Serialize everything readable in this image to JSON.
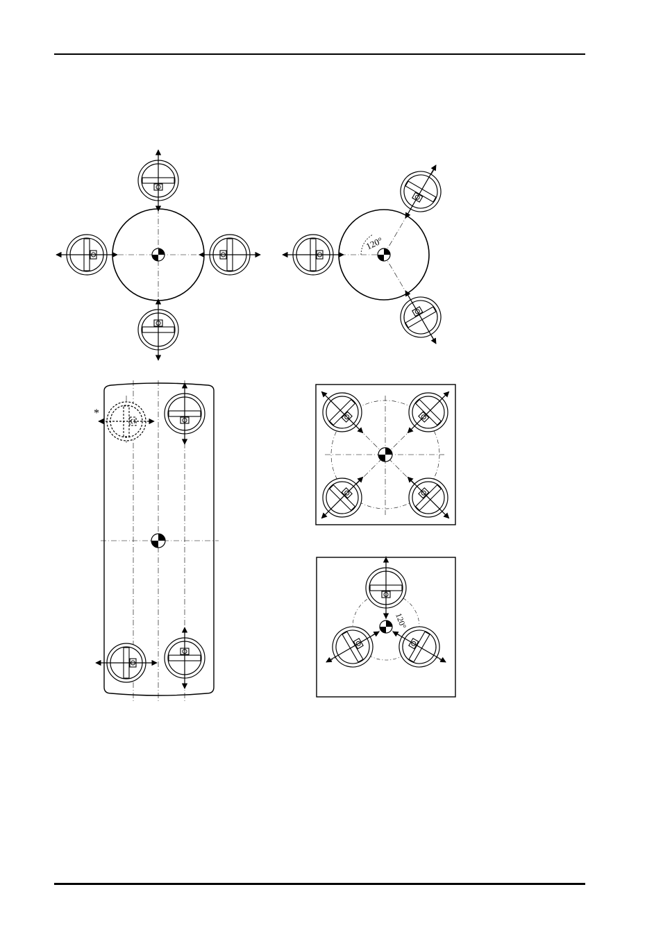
{
  "page": {
    "header_rule": true,
    "footer_rule": true
  },
  "figures": [
    {
      "id": "four-around-circle",
      "angle_label": ""
    },
    {
      "id": "three-around-circle",
      "angle_label": "120°"
    },
    {
      "id": "rectangular-column",
      "note_marker": "*"
    },
    {
      "id": "square-four-diagonal",
      "angle_label": ""
    },
    {
      "id": "square-three-radial",
      "angle_label": "120°"
    }
  ],
  "colors": {
    "line": "#000000",
    "paper": "#ffffff"
  },
  "icons": [
    "center-of-gravity-icon",
    "motor-unit-icon",
    "force-arrow-icon"
  ]
}
